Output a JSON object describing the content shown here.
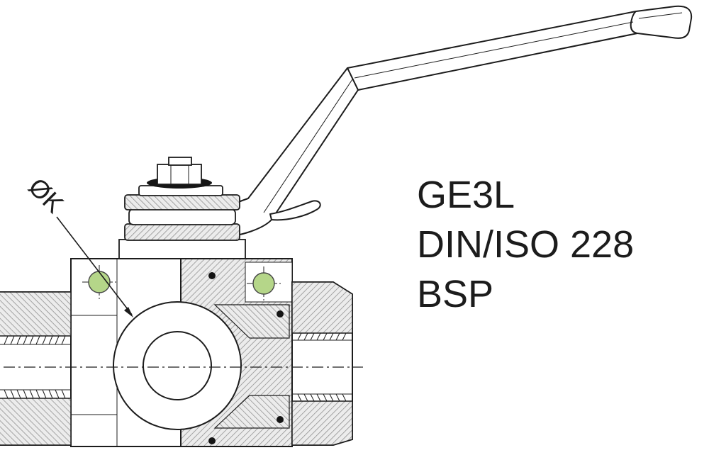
{
  "labels": {
    "model": "GE3L",
    "standard": "DIN/ISO 228",
    "thread": "BSP"
  },
  "dimension": {
    "label": "ØK"
  },
  "colors": {
    "port_marker": "#b5d689",
    "line": "#1c1c1c",
    "hatch_line": "#8c8c8c",
    "hatch_background": "#ececec",
    "seal_dark": "#151515",
    "text": "#1c1c1c"
  }
}
